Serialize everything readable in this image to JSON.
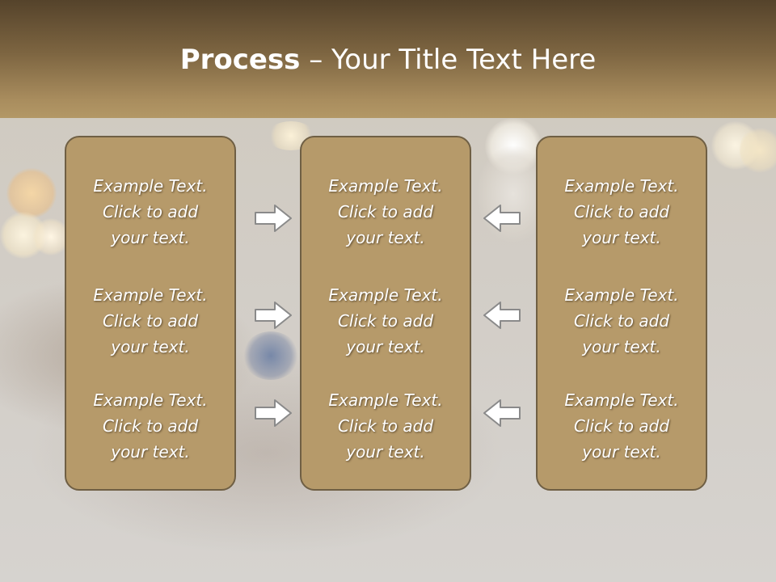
{
  "slide": {
    "title": {
      "bold": "Process",
      "rest": " – Your Title Text Here"
    },
    "columns": [
      {
        "blocks": [
          "Example Text.\nClick  to add\nyour text.",
          "Example Text.\nClick  to add\nyour text.",
          "Example Text.\nClick  to add\nyour text."
        ]
      },
      {
        "blocks": [
          "Example Text.\nClick  to add\nyour text.",
          "Example Text.\nClick  to add\nyour text.",
          "Example Text.\nClick  to add\nyour text."
        ]
      },
      {
        "blocks": [
          "Example Text.\nClick  to add\nyour text.",
          "Example Text.\nClick  to add\nyour text.",
          "Example Text.\nClick  to add\nyour text."
        ]
      }
    ],
    "arrows": {
      "left_group": [
        "arrow-right-icon",
        "arrow-right-icon",
        "arrow-right-icon"
      ],
      "right_group": [
        "arrow-left-icon",
        "arrow-left-icon",
        "arrow-left-icon"
      ]
    }
  },
  "colors": {
    "header_top": "#55432b",
    "header_bottom": "#b39866",
    "panel_fill": "#b69a6a",
    "panel_border": "#6f5f44",
    "text": "#ffffff",
    "arrow_stroke": "#8a8a8a",
    "arrow_fill": "#ffffff"
  }
}
